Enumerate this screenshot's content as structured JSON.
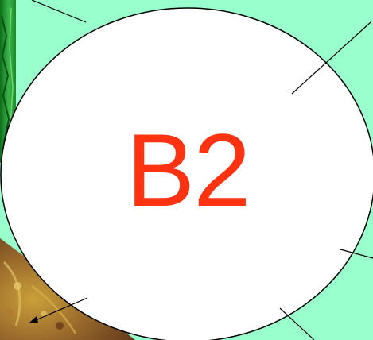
{
  "slide": {
    "center_label": "B2",
    "colors": {
      "background": "#99ffcc",
      "ellipse_fill": "#ffffff",
      "ellipse_stroke": "#000000",
      "label": "#ff3311",
      "photo_green_dark": "#0e6e1c",
      "photo_green_light": "#39b54a",
      "photo_rock_brown": "#7a4a22",
      "photo_rock_yellow": "#c9a03a"
    },
    "decorations": {
      "top_left_image": "green-plant-photo",
      "bottom_left_image": "rock-moss-photo"
    }
  }
}
